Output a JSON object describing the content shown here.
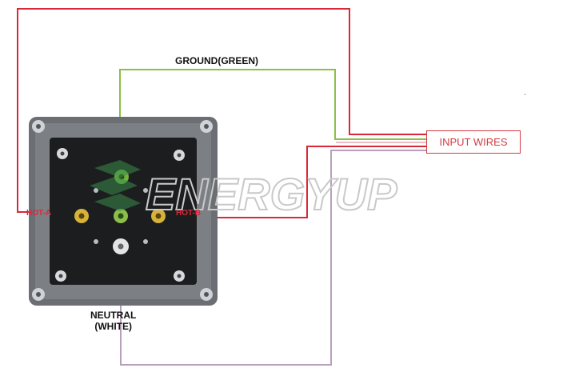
{
  "labels": {
    "ground": "GROUND(GREEN)",
    "neutral_line1": "NEUTRAL",
    "neutral_line2": "(WHITE)",
    "input_wires": "INPUT WIRES",
    "hot_a": "HOT-A",
    "hot_b": "HOT-B",
    "stray_mark": "-"
  },
  "logo": {
    "text": "ENERGYUP"
  },
  "colors": {
    "hot_wire": "#d8283a",
    "ground_wire": "#8cbf4a",
    "neutral_wire": "#b8a8c0",
    "box_border": "#d23c44"
  },
  "icons": [
    "electrical-box-icon",
    "energyup-logo-icon"
  ]
}
